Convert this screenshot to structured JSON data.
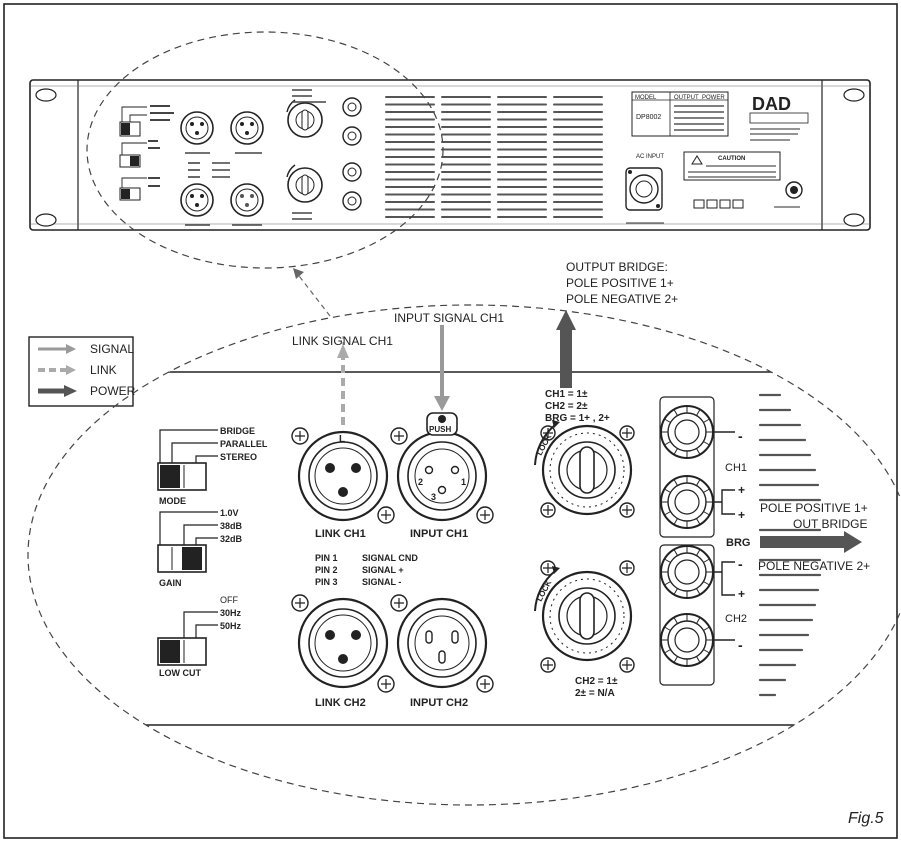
{
  "figure": {
    "label": "Fig.5"
  },
  "legend": {
    "signal": "SIGNAL",
    "link": "LINK",
    "power": "POWER"
  },
  "callouts": {
    "link_signal": "LINK SIGNAL CH1",
    "input_signal": "INPUT SIGNAL CH1",
    "output_bridge": [
      "OUTPUT BRIDGE:",
      "POLE POSITIVE 1+",
      "POLE NEGATIVE 2+"
    ],
    "pole_positive": "POLE POSITIVE 1+",
    "out_bridge": "OUT BRIDGE",
    "pole_negative": "POLE NEGATIVE 2+"
  },
  "switches": {
    "mode": {
      "title": "MODE",
      "options": [
        "BRIDGE",
        "PARALLEL",
        "STEREO"
      ]
    },
    "gain": {
      "title": "GAIN",
      "options": [
        "1.0V",
        "38dB",
        "32dB"
      ]
    },
    "low_cut": {
      "title": "LOW CUT",
      "options": [
        "OFF",
        "30Hz",
        "50Hz"
      ]
    }
  },
  "connectors": {
    "link_ch1": "LINK CH1",
    "input_ch1": "INPUT CH1",
    "link_ch2": "LINK CH2",
    "input_ch2": "INPUT CH2",
    "push": "PUSH",
    "xlr_pins": [
      "2",
      "1",
      "3"
    ],
    "l_mark": "L"
  },
  "pin_table": [
    {
      "pin": "PIN 1",
      "signal": "SIGNAL CND"
    },
    {
      "pin": "PIN 2",
      "signal": "SIGNAL +"
    },
    {
      "pin": "PIN 3",
      "signal": "SIGNAL -"
    }
  ],
  "speakon": {
    "ch1_legend": [
      "CH1 = 1±",
      "CH2 = 2±",
      "BRG = 1+ , 2+"
    ],
    "ch2_legend": [
      "CH2 = 1±",
      "2± = N/A"
    ],
    "lock": "LOCK"
  },
  "binding_posts": {
    "ch1": "CH1",
    "ch2": "CH2",
    "brg": "BRG",
    "signs": [
      "-",
      "+",
      "+",
      "-",
      "+",
      "-"
    ]
  },
  "panel": {
    "model_header": [
      "MODEL",
      "OUTPUT",
      "POWER"
    ],
    "model_name": "DP8002",
    "brand": "DAD",
    "ac_input": "AC INPUT",
    "caution": "CAUTION"
  }
}
